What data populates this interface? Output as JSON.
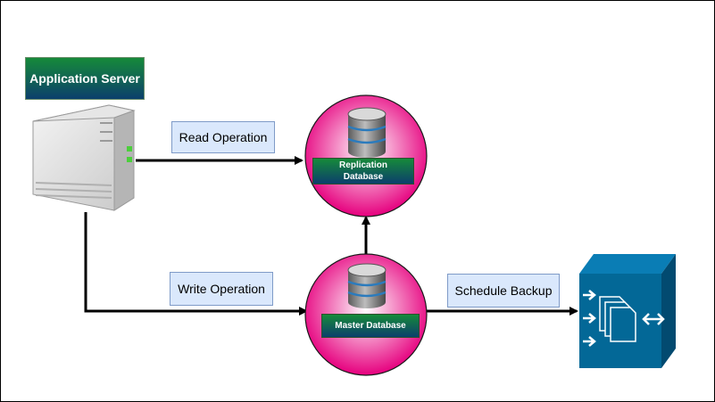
{
  "diagram": {
    "nodes": {
      "application_server": "Application Server",
      "replication_database": "Replication Database",
      "master_database": "Master Database"
    },
    "edges": {
      "read": "Read Operation",
      "write": "Write Operation",
      "backup": "Schedule Backup"
    },
    "icons": {
      "server": "server-tower-icon",
      "database": "database-cylinder-icon",
      "storage": "backup-storage-icon"
    },
    "colors": {
      "db_circle": "#e6007e",
      "badge_top": "#168a3a",
      "badge_bottom": "#0c3f6c",
      "edge_label_bg": "#dae8fc",
      "storage": "#036897"
    }
  }
}
